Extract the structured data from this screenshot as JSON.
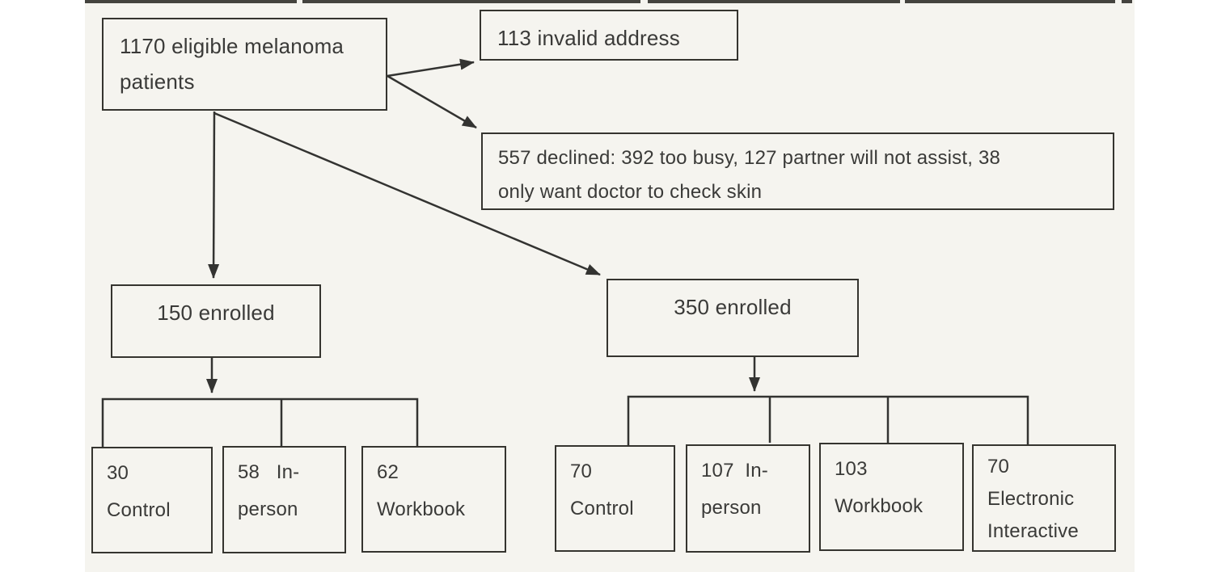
{
  "flowchart": {
    "type": "patient-enrollment-flow-diagram",
    "colors": {
      "line": "#333331",
      "text": "#3a3a38",
      "scan_background": "#f5f4ef",
      "page_background": "#ffffff"
    },
    "nodes": {
      "eligible_patients": {
        "text": "1170 eligible melanoma\npatients"
      },
      "invalid_address": {
        "text": "113 invalid address"
      },
      "declined": {
        "text": "557 declined: 392 too busy, 127 partner will not assist, 38\nonly want doctor to check skin"
      },
      "enrolled_150": {
        "text": "150 enrolled"
      },
      "group1_control": {
        "text": "30\nControl"
      },
      "group1_in_person": {
        "text": "58   In-\nperson"
      },
      "group1_workbook": {
        "text": "62\nWorkbook"
      },
      "enrolled_350": {
        "text": "350 enrolled"
      },
      "group2_control": {
        "text": "70\nControl"
      },
      "group2_in_person": {
        "text": "107  In-\nperson"
      },
      "group2_workbook": {
        "text": "103\nWorkbook"
      },
      "group2_electronic": {
        "text": "70\nElectronic\nInteractive"
      }
    },
    "edges": [
      {
        "from": "eligible_patients",
        "to": "invalid_address"
      },
      {
        "from": "eligible_patients",
        "to": "declined"
      },
      {
        "from": "eligible_patients",
        "to": "enrolled_150"
      },
      {
        "from": "eligible_patients",
        "to": "enrolled_350"
      },
      {
        "from": "enrolled_150",
        "to": "group1_control"
      },
      {
        "from": "enrolled_150",
        "to": "group1_in_person"
      },
      {
        "from": "enrolled_150",
        "to": "group1_workbook"
      },
      {
        "from": "enrolled_350",
        "to": "group2_control"
      },
      {
        "from": "enrolled_350",
        "to": "group2_in_person"
      },
      {
        "from": "enrolled_350",
        "to": "group2_workbook"
      },
      {
        "from": "enrolled_350",
        "to": "group2_electronic"
      }
    ]
  }
}
